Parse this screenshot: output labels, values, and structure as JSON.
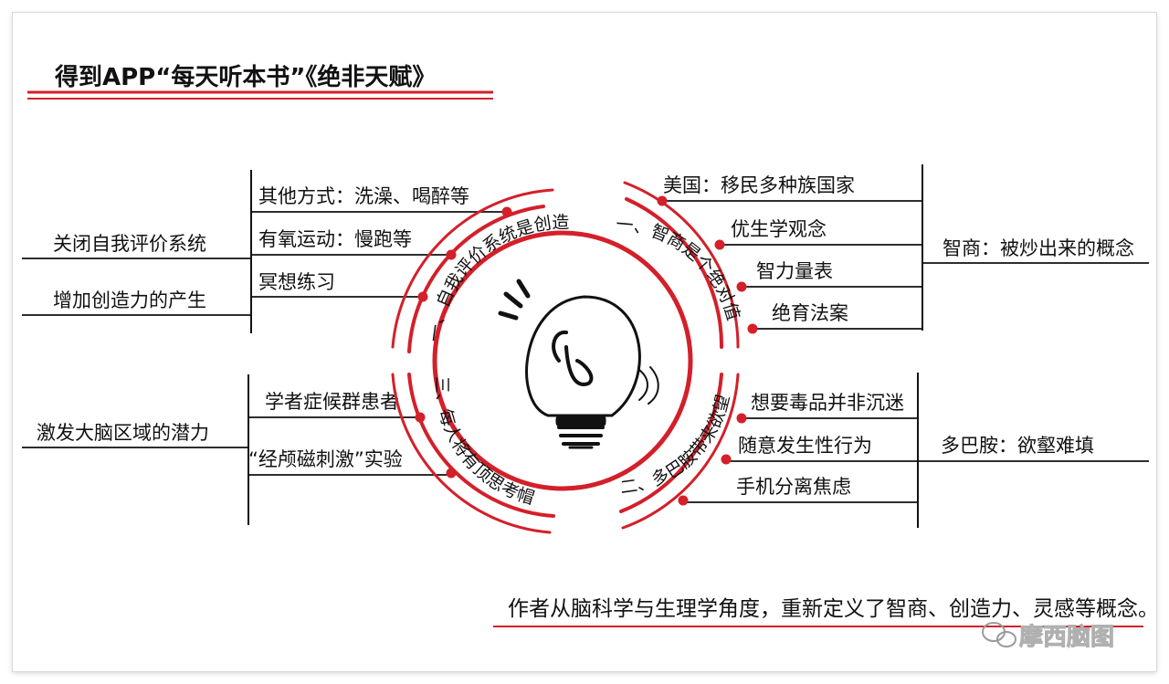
{
  "title": "得到APP“每天听本书”《绝非天赋》",
  "branches": {
    "top_left": {
      "items": [
        "其他方式：洗澡、喝醉等",
        "有氧运动：慢跑等",
        "冥想练习"
      ],
      "side": [
        "关闭自我评价系统",
        "增加创造力的产生"
      ],
      "ring": "一、自我评价系统是创造力的"
    },
    "top_right": {
      "items": [
        "美国：移民多种族国家",
        "优生学观念",
        "智力量表",
        "绝育法案"
      ],
      "side": [
        "智商：被炒出来的概念"
      ],
      "ring": "一、智商是个绝对值"
    },
    "bottom_left": {
      "items": [
        "学者症候群患者",
        "“经颅磁刺激”实验"
      ],
      "side": [
        "激发大脑区域的潜力"
      ],
      "ring": "三、每人将有顶思考帽"
    },
    "bottom_right": {
      "items": [
        "想要毒品并非沉迷",
        "随意发生性行为",
        "手机分离焦虑"
      ],
      "side": [
        "多巴胺：欲壑难填"
      ],
      "ring": "二、多巴胺带来欲望"
    }
  },
  "summary": "作者从脑科学与生理学角度，重新定义了智商、创造力、灵感等概念。",
  "watermark": "摩西脑图",
  "colors": {
    "red": "#d3202a",
    "ink": "#111111"
  },
  "icons": [
    "lightbulb-icon",
    "wechat-logo-icon"
  ]
}
